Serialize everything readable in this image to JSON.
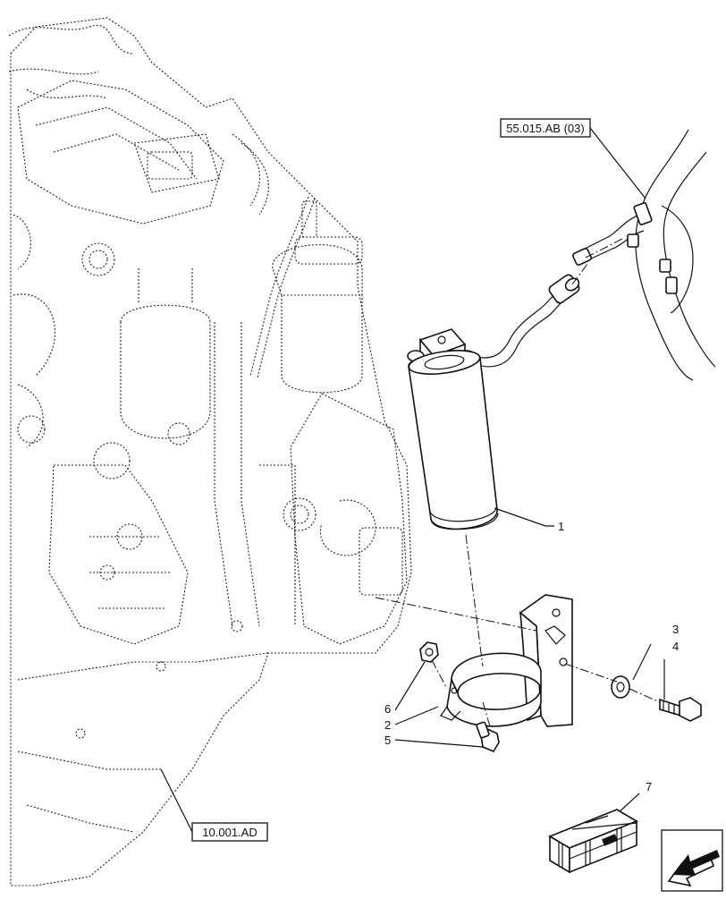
{
  "references": {
    "top_ref": "55.015.AB (03)",
    "bottom_ref": "10.001.AD"
  },
  "callouts": {
    "c1": "1",
    "c2": "2",
    "c3": "3",
    "c4": "4",
    "c5": "5",
    "c6": "6",
    "c7": "7"
  },
  "icons": {
    "kit_box": "shipping-crate-icon",
    "nav_arrow": "previous-page-arrow-icon"
  },
  "colors": {
    "line": "#111111",
    "background": "#ffffff"
  }
}
